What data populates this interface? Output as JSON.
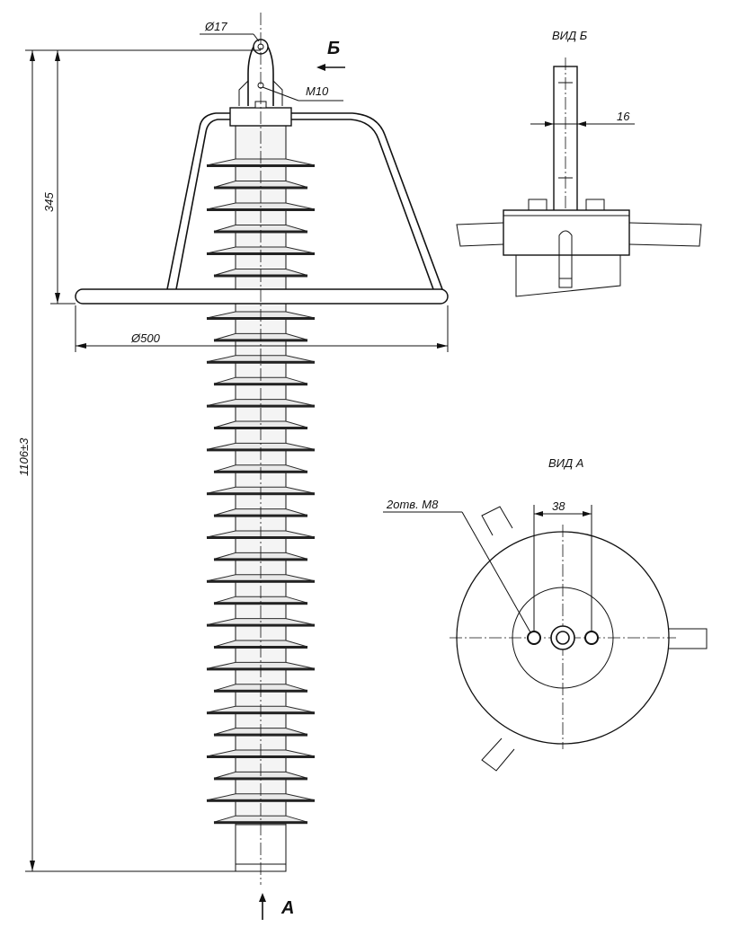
{
  "labels": {
    "diameter_top": "Ø17",
    "thread_top": "M10",
    "view_b_arrow": "Б",
    "view_b_title": "ВИД Б",
    "dim_16": "16",
    "dim_345": "345",
    "dim_ring": "Ø500",
    "dim_total": "1106±3",
    "view_a_title": "ВИД А",
    "holes": "2отв. М8",
    "dim_38": "38",
    "view_a_arrow": "А"
  },
  "colors": {
    "line": "#111111",
    "shed": "#e9e9e9",
    "shed_edge": "#2a2a2a"
  }
}
